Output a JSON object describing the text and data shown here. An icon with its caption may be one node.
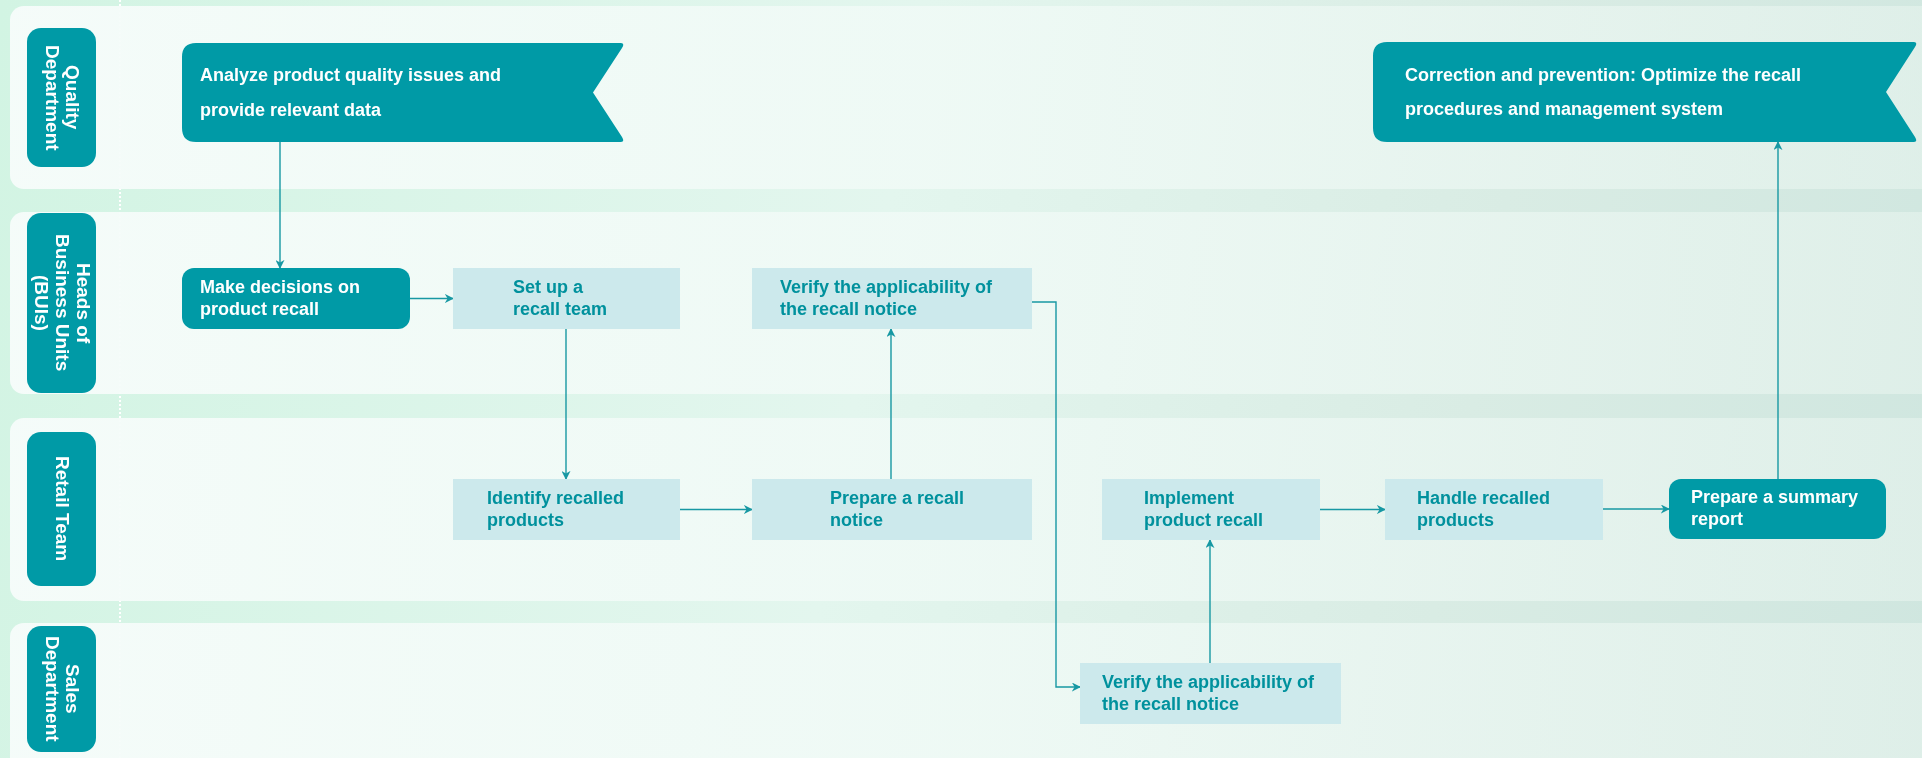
{
  "diagram": {
    "nodes": [
      {
        "text": [
          "Quality Department"
        ]
      },
      {
        "text": [
          "Heads of Business Units (BUIs)"
        ]
      },
      {
        "text": [
          "Retail Team"
        ]
      },
      {
        "text": [
          "Sales Department"
        ]
      },
      {
        "text": [
          "Analyze product quality issues and provide relevant data"
        ],
        "in": 0
      },
      {
        "text": [
          "Correction and prevention: Optimize the recall procedures and management system"
        ],
        "in": 0
      },
      {
        "text": [
          "Make decisions on product recall"
        ],
        "in": 1
      },
      {
        "text": [
          "Set up a recall team"
        ],
        "in": 1
      },
      {
        "text": [
          "Verify the applicability of the recall notice"
        ],
        "in": 1
      },
      {
        "text": [
          "Identify recalled products"
        ],
        "in": 2
      },
      {
        "text": [
          "Prepare a recall notice"
        ],
        "in": 2
      },
      {
        "text": [
          "Implement product recall"
        ],
        "in": 2
      },
      {
        "text": [
          "Handle recalled products"
        ],
        "in": 2
      },
      {
        "text": [
          "Prepare a summary report"
        ],
        "in": 2
      },
      {
        "text": [
          "Verify the applicability of the recall notice"
        ],
        "in": 3
      }
    ],
    "edges": [
      {
        "from": 4,
        "to": 6,
        "arrow": "to"
      },
      {
        "from": 6,
        "to": 7,
        "arrow": "to"
      },
      {
        "from": 7,
        "to": 9,
        "arrow": "to"
      },
      {
        "from": 9,
        "to": 10,
        "arrow": "to"
      },
      {
        "from": 10,
        "to": 8,
        "arrow": "to"
      },
      {
        "from": 8,
        "to": 14,
        "arrow": "to"
      },
      {
        "from": 14,
        "to": 11,
        "arrow": "to"
      },
      {
        "from": 11,
        "to": 12,
        "arrow": "to"
      },
      {
        "from": 12,
        "to": 13,
        "arrow": "to"
      },
      {
        "from": 13,
        "to": 5,
        "arrow": "to"
      }
    ]
  }
}
